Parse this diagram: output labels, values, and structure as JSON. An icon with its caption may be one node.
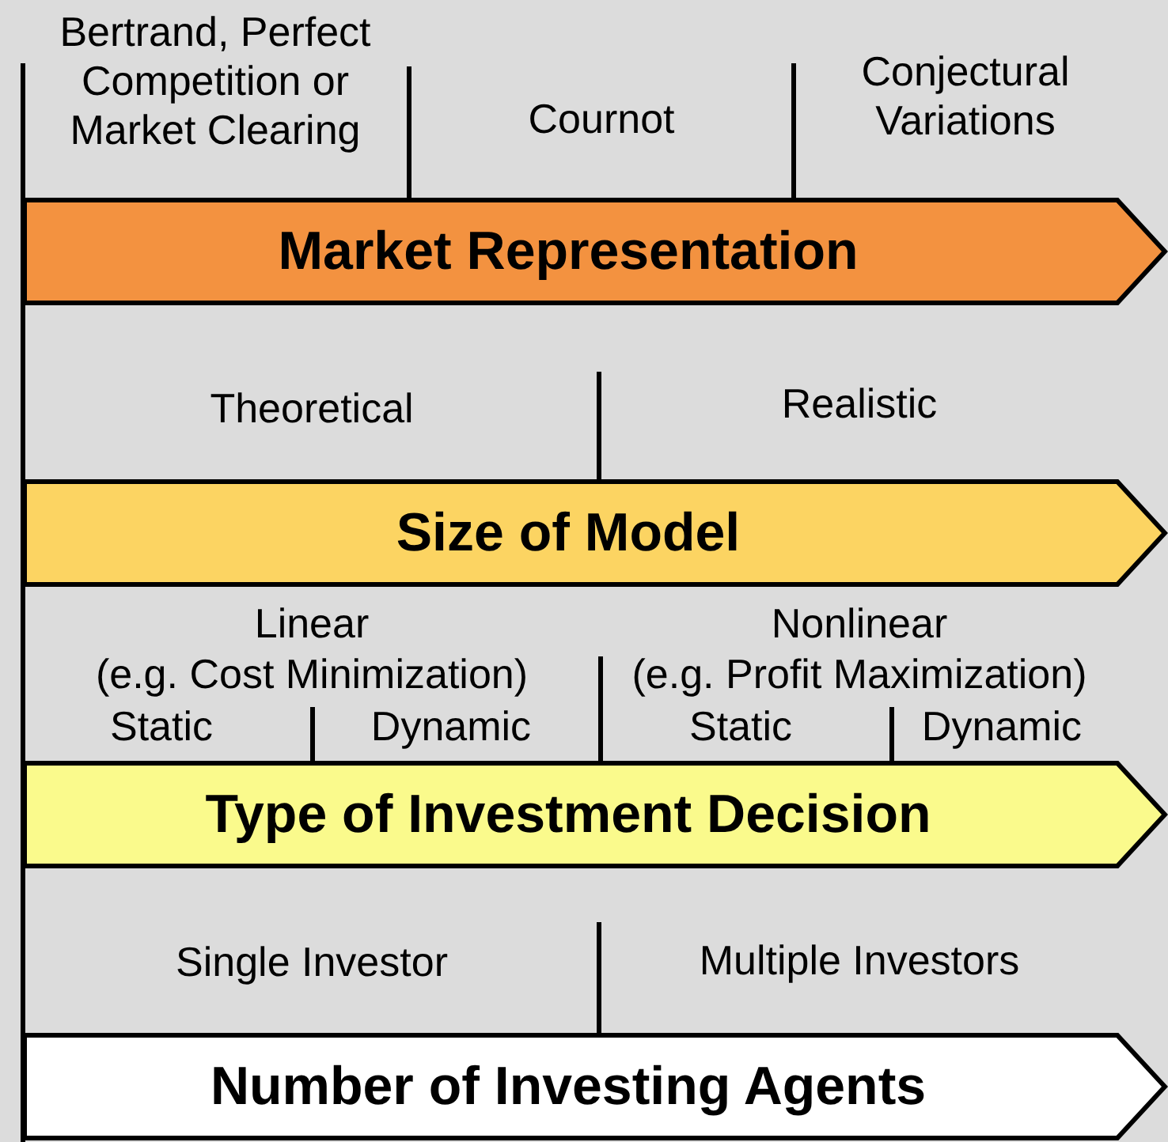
{
  "diagram": {
    "nodes": [
      {
        "text": [
          "Market Representation"
        ]
      },
      {
        "text": [
          "Size of Model"
        ]
      },
      {
        "text": [
          "Type of Investment Decision"
        ]
      },
      {
        "text": [
          "Number of Investing Agents"
        ]
      }
    ],
    "edges": [],
    "labels": [
      "Bertrand, Perfect Competition or Market Clearing",
      "Cournot",
      "Conjectural Variations",
      "Theoretical",
      "Realistic",
      "Linear",
      "Nonlinear",
      "(e.g. Cost Minimization)",
      "(e.g. Profit Maximization)",
      "Static",
      "Dynamic",
      "Static",
      "Dynamic",
      "Single Investor",
      "Multiple Investors"
    ]
  }
}
